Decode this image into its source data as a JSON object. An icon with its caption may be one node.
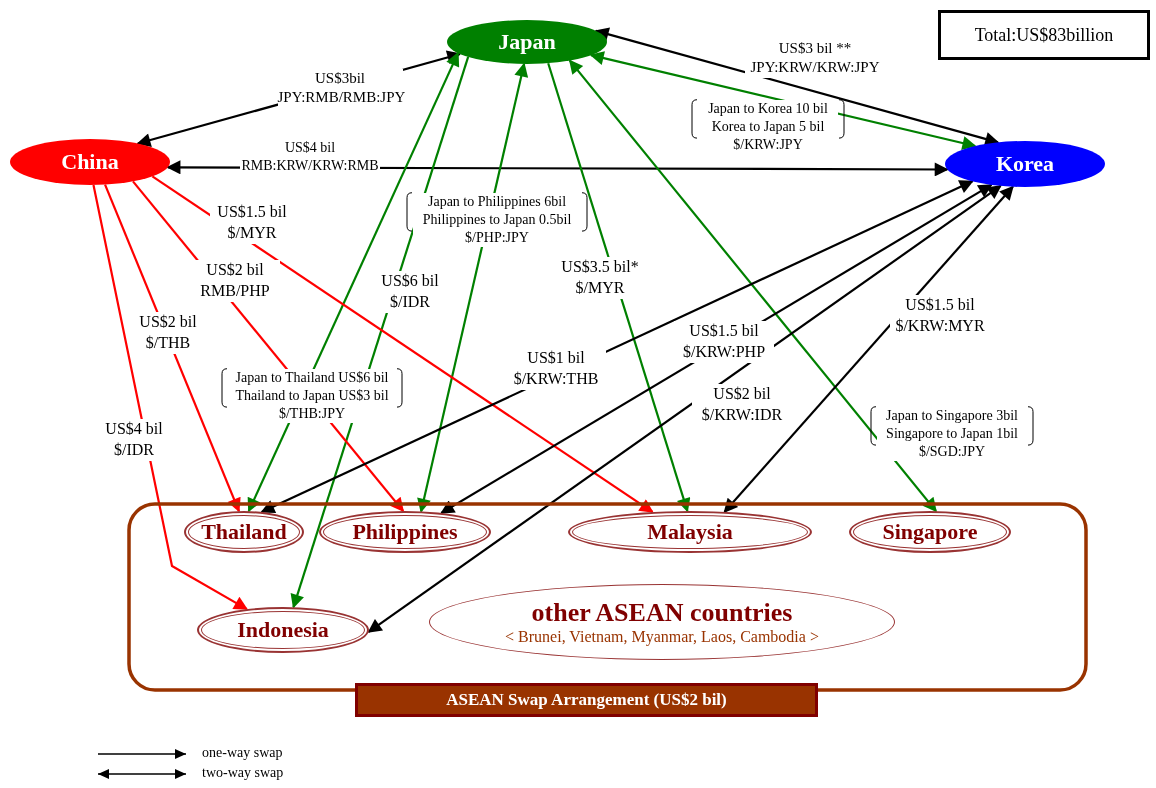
{
  "diagram": {
    "nodes": [
      {
        "text": [
          "Japan"
        ]
      },
      {
        "text": [
          "China"
        ]
      },
      {
        "text": [
          "Korea"
        ]
      },
      {
        "text": [
          "ASEAN Swap Arrangement (US$2 bil)"
        ]
      },
      {
        "text": [
          "Thailand"
        ],
        "in": 3
      },
      {
        "text": [
          "Philippines"
        ],
        "in": 3
      },
      {
        "text": [
          "Malaysia"
        ],
        "in": 3
      },
      {
        "text": [
          "Singapore"
        ],
        "in": 3
      },
      {
        "text": [
          "Indonesia"
        ],
        "in": 3
      },
      {
        "text": [
          "other ASEAN countries",
          "< Brunei, Vietnam, Myanmar, Laos, Cambodia >"
        ],
        "in": 3
      },
      {
        "text": [
          "Total:US$83billion"
        ]
      }
    ],
    "edges": [
      {
        "from": 0,
        "to": 1,
        "arrow": "both",
        "label": "US$3bil JPY:RMB/RMB:JPY"
      },
      {
        "from": 0,
        "to": 2,
        "arrow": "both",
        "label": "US$3 bil ** JPY:KRW/KRW:JPY"
      },
      {
        "from": 1,
        "to": 2,
        "arrow": "both",
        "label": "US$4 bil RMB:KRW/KRW:RMB"
      },
      {
        "from": 0,
        "to": 2,
        "arrow": "both",
        "label": "Japan to Korea 10 bil Korea to Japan 5 bil $/KRW:JPY",
        "color": "#008000"
      },
      {
        "from": 0,
        "to": 4,
        "arrow": "both",
        "label": "Japan to Thailand US$6 bil Thailand to Japan US$3 bil $/THB:JPY",
        "color": "#008000"
      },
      {
        "from": 0,
        "to": 5,
        "arrow": "both",
        "label": "Japan to Philippines 6bil Philippines to Japan 0.5bil $/PHP:JPY",
        "color": "#008000"
      },
      {
        "from": 0,
        "to": 8,
        "arrow": "to",
        "label": "US$6 bil $/IDR",
        "color": "#008000"
      },
      {
        "from": 0,
        "to": 6,
        "arrow": "to",
        "label": "US$3.5 bil* $/MYR",
        "color": "#008000"
      },
      {
        "from": 0,
        "to": 7,
        "arrow": "both",
        "label": "Japan to Singapore 3bil Singapore to Japan 1bil $/SGD:JPY",
        "color": "#008000"
      },
      {
        "from": 1,
        "to": 4,
        "arrow": "to",
        "label": "US$2 bil $/THB",
        "color": "#ff0000"
      },
      {
        "from": 1,
        "to": 5,
        "arrow": "to",
        "label": "US$2 bil RMB/PHP",
        "color": "#ff0000"
      },
      {
        "from": 1,
        "to": 6,
        "arrow": "to",
        "label": "US$1.5 bil $/MYR",
        "color": "#ff0000"
      },
      {
        "from": 1,
        "to": 8,
        "arrow": "to",
        "label": "US$4 bil $/IDR",
        "color": "#ff0000"
      },
      {
        "from": 2,
        "to": 4,
        "arrow": "both",
        "label": "US$1 bil $/KRW:THB"
      },
      {
        "from": 2,
        "to": 5,
        "arrow": "both",
        "label": "US$1.5 bil $/KRW:PHP"
      },
      {
        "from": 2,
        "to": 8,
        "arrow": "both",
        "label": "US$2 bil $/KRW:IDR"
      },
      {
        "from": 2,
        "to": 6,
        "arrow": "both",
        "label": "US$1.5 bil $/KRW:MYR"
      }
    ],
    "legend": [
      {
        "text": "one-way swap"
      },
      {
        "text": "two-way swap"
      }
    ]
  }
}
